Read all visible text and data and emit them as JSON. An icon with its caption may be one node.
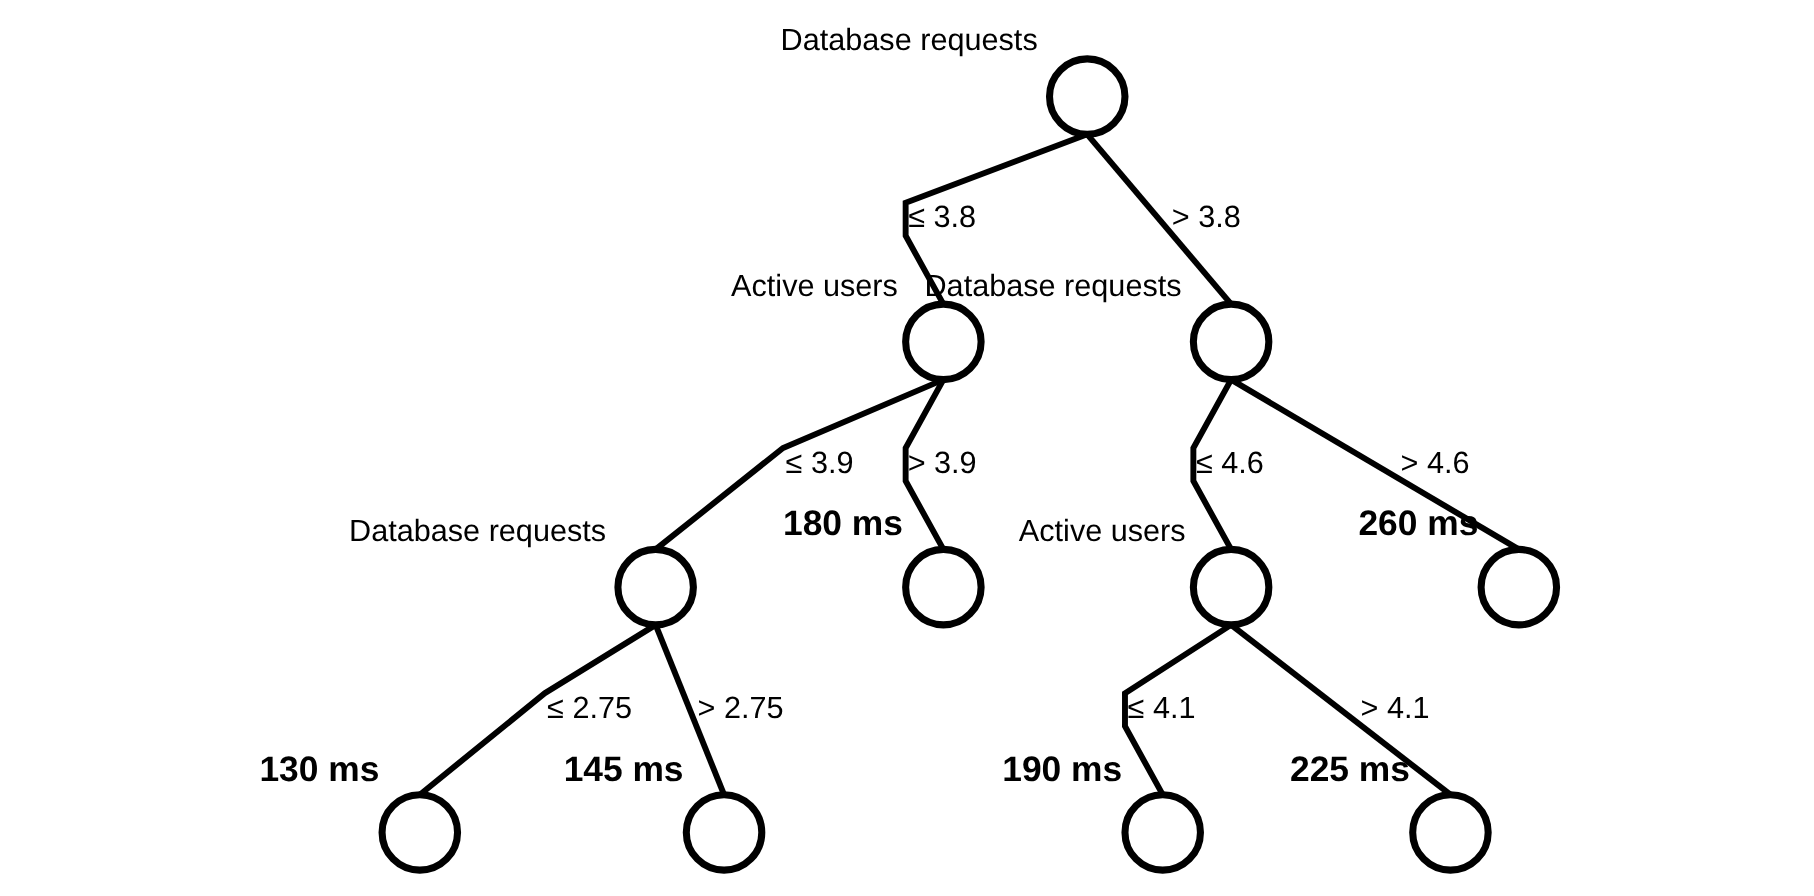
{
  "diagram": {
    "nodes": [
      {
        "text": [],
        "shape": "circle",
        "beside": [
          "Database requests"
        ]
      },
      {
        "text": [],
        "shape": "circle",
        "beside": [
          "Active users"
        ]
      },
      {
        "text": [],
        "shape": "circle",
        "beside": [
          "Database requests"
        ]
      },
      {
        "text": [],
        "shape": "circle",
        "beside": [
          "Database requests"
        ]
      },
      {
        "text": [],
        "shape": "circle",
        "beside": [
          "180 ms"
        ]
      },
      {
        "text": [],
        "shape": "circle",
        "beside": [
          "Active users"
        ]
      },
      {
        "text": [],
        "shape": "circle",
        "beside": [
          "260 ms"
        ]
      },
      {
        "text": [],
        "shape": "circle",
        "beside": [
          "130 ms"
        ]
      },
      {
        "text": [],
        "shape": "circle",
        "beside": [
          "145 ms"
        ]
      },
      {
        "text": [],
        "shape": "circle",
        "beside": [
          "190 ms"
        ]
      },
      {
        "text": [],
        "shape": "circle",
        "beside": [
          "225 ms"
        ]
      }
    ],
    "edges": [
      {
        "from": 0,
        "to": 1,
        "arrow": "none",
        "label": "≤ 3.8"
      },
      {
        "from": 0,
        "to": 2,
        "arrow": "none",
        "label": "> 3.8"
      },
      {
        "from": 1,
        "to": 3,
        "arrow": "none",
        "label": "≤ 3.9"
      },
      {
        "from": 1,
        "to": 4,
        "arrow": "none",
        "label": "> 3.9"
      },
      {
        "from": 2,
        "to": 5,
        "arrow": "none",
        "label": "≤ 4.6"
      },
      {
        "from": 2,
        "to": 6,
        "arrow": "none",
        "label": "> 4.6"
      },
      {
        "from": 3,
        "to": 7,
        "arrow": "none",
        "label": "≤ 2.75"
      },
      {
        "from": 3,
        "to": 8,
        "arrow": "none",
        "label": "> 2.75"
      },
      {
        "from": 5,
        "to": 9,
        "arrow": "none",
        "label": "≤ 4.1"
      },
      {
        "from": 5,
        "to": 10,
        "arrow": "none",
        "label": "> 4.1"
      }
    ]
  }
}
